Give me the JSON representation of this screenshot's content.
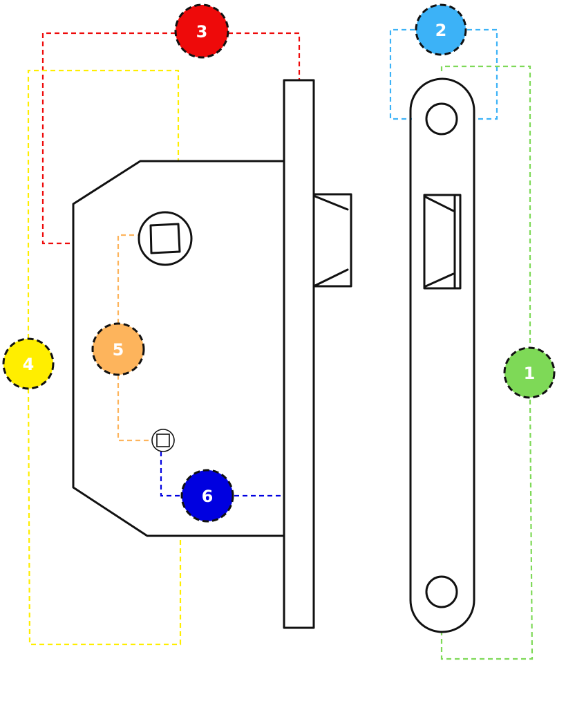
{
  "callouts": [
    {
      "id": "1",
      "label": "1",
      "color": "#7ed957",
      "target": "strike-plate"
    },
    {
      "id": "2",
      "label": "2",
      "color": "#3cb2f7",
      "target": "strike-plate-top-screw-hole"
    },
    {
      "id": "3",
      "label": "3",
      "color": "#ee0a0a",
      "target": "faceplate"
    },
    {
      "id": "4",
      "label": "4",
      "color": "#ffee00",
      "target": "lock-case"
    },
    {
      "id": "5",
      "label": "5",
      "color": "#fdb45c",
      "target": "spindle-hubs"
    },
    {
      "id": "6",
      "label": "6",
      "color": "#0000e0",
      "target": "lower-spindle-hub"
    }
  ],
  "colors": {
    "stroke": "#111111",
    "background": "#ffffff"
  }
}
